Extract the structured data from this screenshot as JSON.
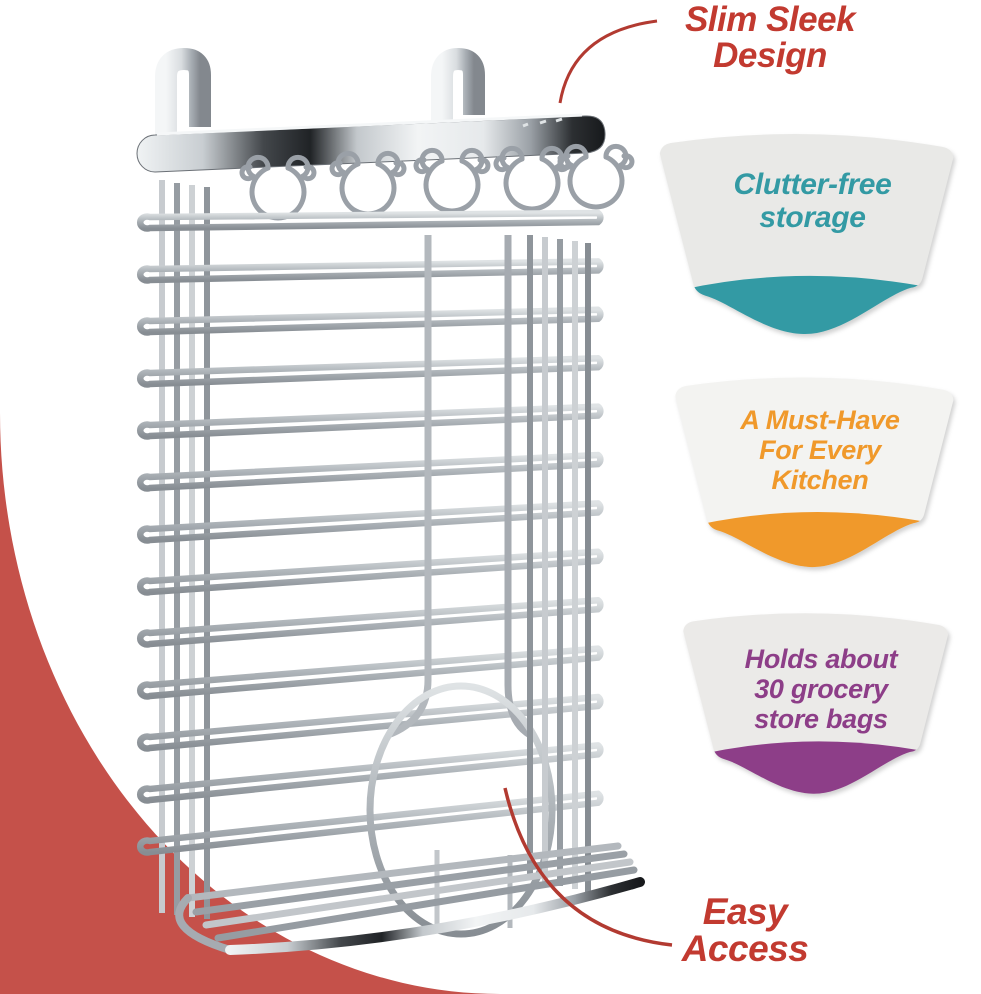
{
  "callouts": {
    "color": "#c23a30",
    "top": {
      "line1": "Slim Sleek",
      "line2": "Design"
    },
    "bottom": {
      "line1": "Easy",
      "line2": "Access"
    }
  },
  "badges": [
    {
      "id": "clutter-free",
      "lines": [
        "Clutter-free",
        "storage"
      ],
      "accent": "#339aa4",
      "bg": "#e9e9e7"
    },
    {
      "id": "must-have",
      "lines": [
        "A Must-Have",
        "For Every",
        "Kitchen"
      ],
      "accent": "#f0992b",
      "bg": "#f3f3f1"
    },
    {
      "id": "capacity",
      "lines": [
        "Holds about",
        "30 grocery",
        "store bags"
      ],
      "accent": "#8d3e88",
      "bg": "#ebeae8"
    }
  ],
  "decor": {
    "background": "#ffffff",
    "corner_shape_color": "#c5514a",
    "arc_color": "#b23a31"
  },
  "product": {
    "alt": "chrome over-cabinet wire grocery-bag holder with round easy-access opening"
  }
}
